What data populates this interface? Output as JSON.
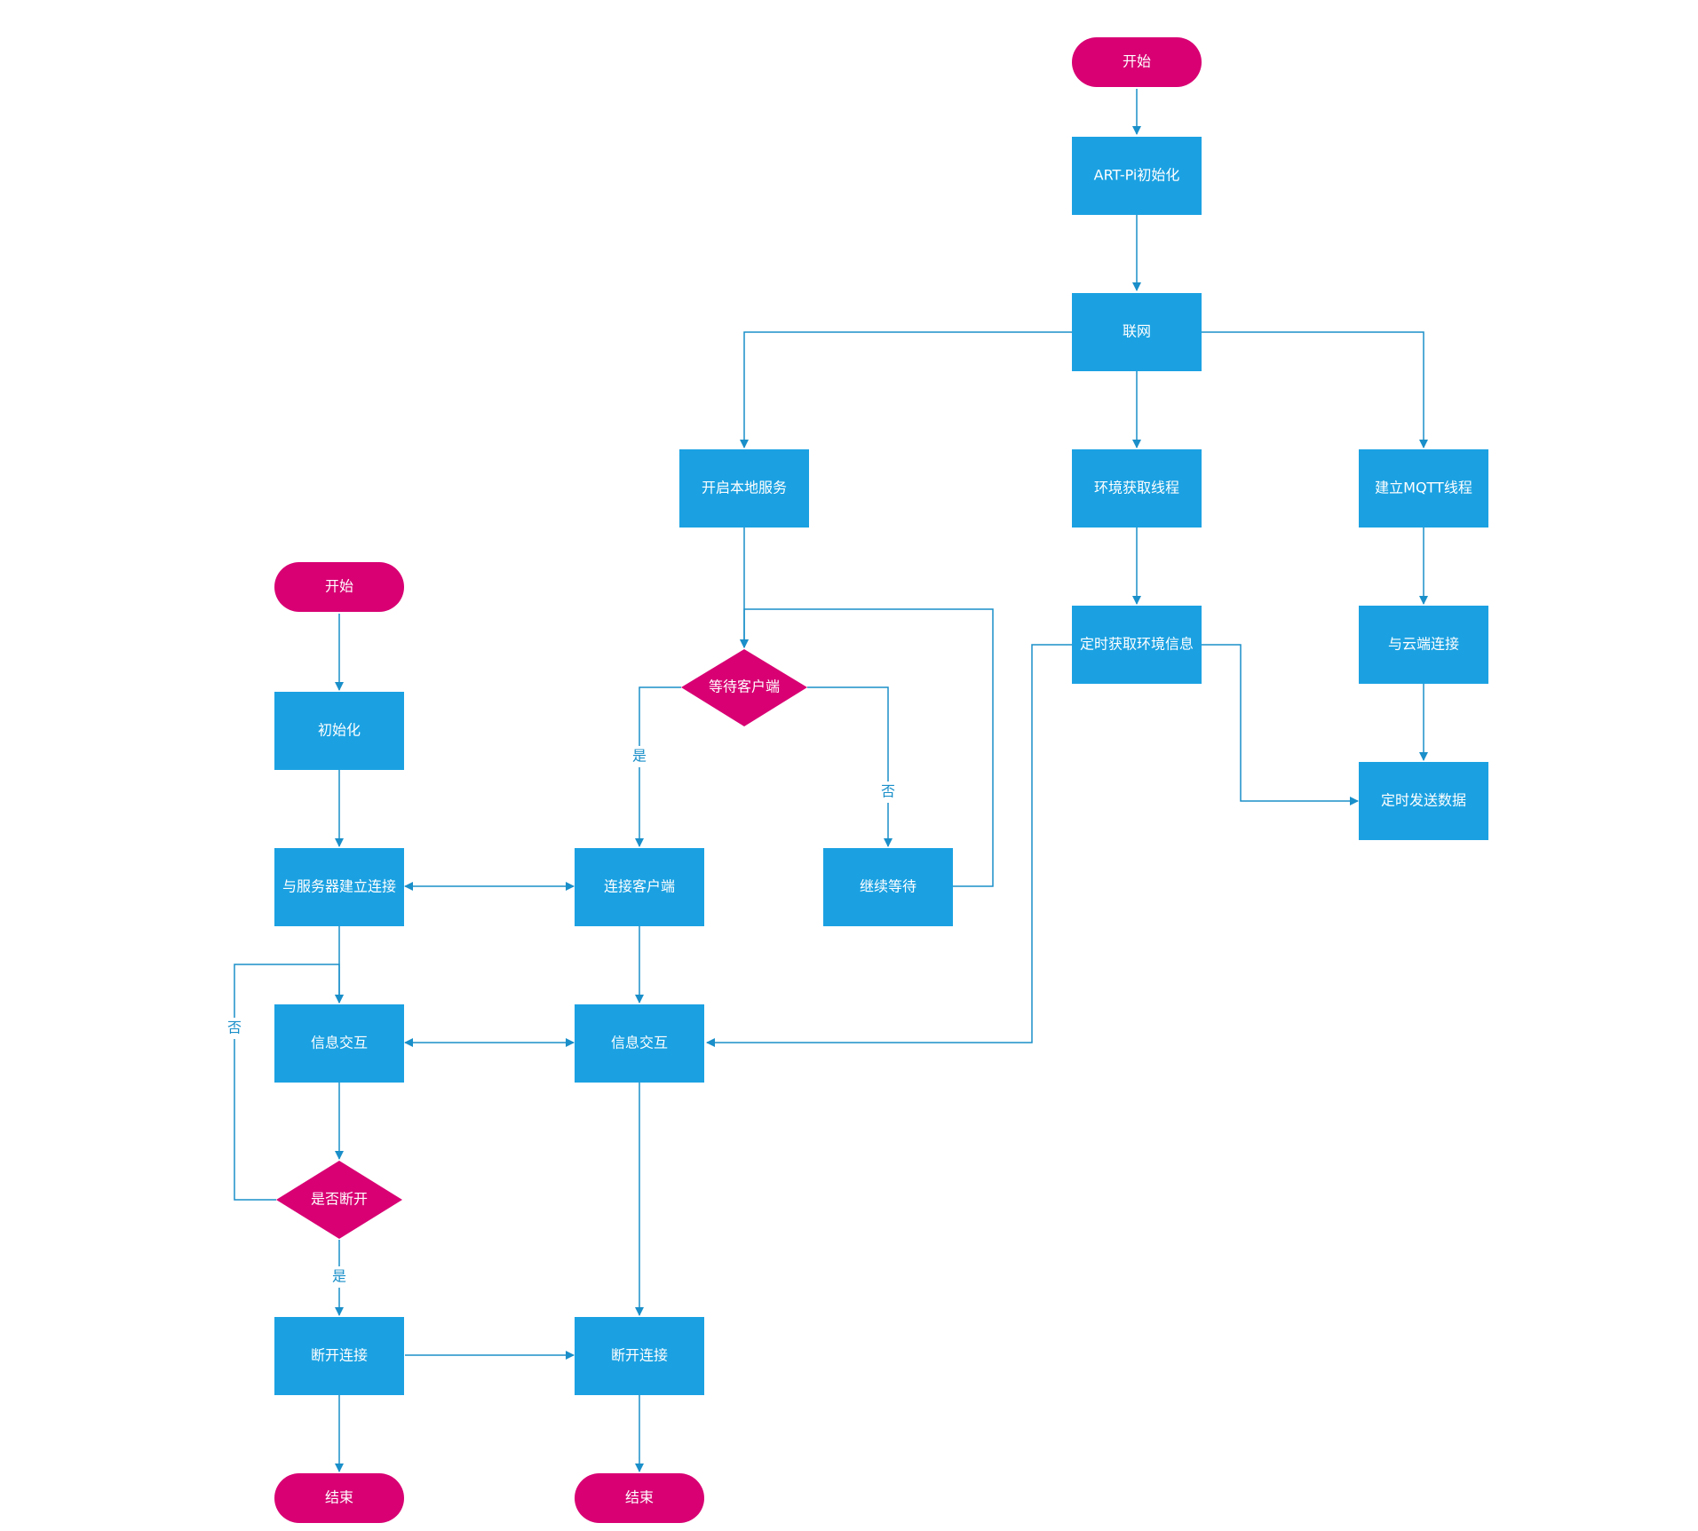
{
  "colors": {
    "process": "#1ba1e2",
    "terminal": "#d80073",
    "decision": "#d80073",
    "edge": "#1a8fc9",
    "background": "#ffffff",
    "node_text": "#ffffff"
  },
  "nodes": {
    "start_top": "开始",
    "artpi_init": "ART-Pi初始化",
    "network": "联网",
    "local_service": "开启本地服务",
    "env_thread": "环境获取线程",
    "mqtt_thread": "建立MQTT线程",
    "wait_client": "等待客户端",
    "timed_env": "定时获取环境信息",
    "cloud_connect": "与云端连接",
    "timed_send": "定时发送数据",
    "connect_client": "连接客户端",
    "keep_waiting": "继续等待",
    "client_exchange": "信息交互",
    "client_disconnect": "断开连接",
    "client_end": "结束",
    "start_left": "开始",
    "init_left": "初始化",
    "connect_server": "与服务器建立连接",
    "left_exchange": "信息交互",
    "is_disconnected": "是否断开",
    "left_disconnect": "断开连接",
    "left_end": "结束"
  },
  "edge_labels": {
    "wait_yes": "是",
    "wait_no": "否",
    "disc_no": "否",
    "disc_yes": "是"
  }
}
